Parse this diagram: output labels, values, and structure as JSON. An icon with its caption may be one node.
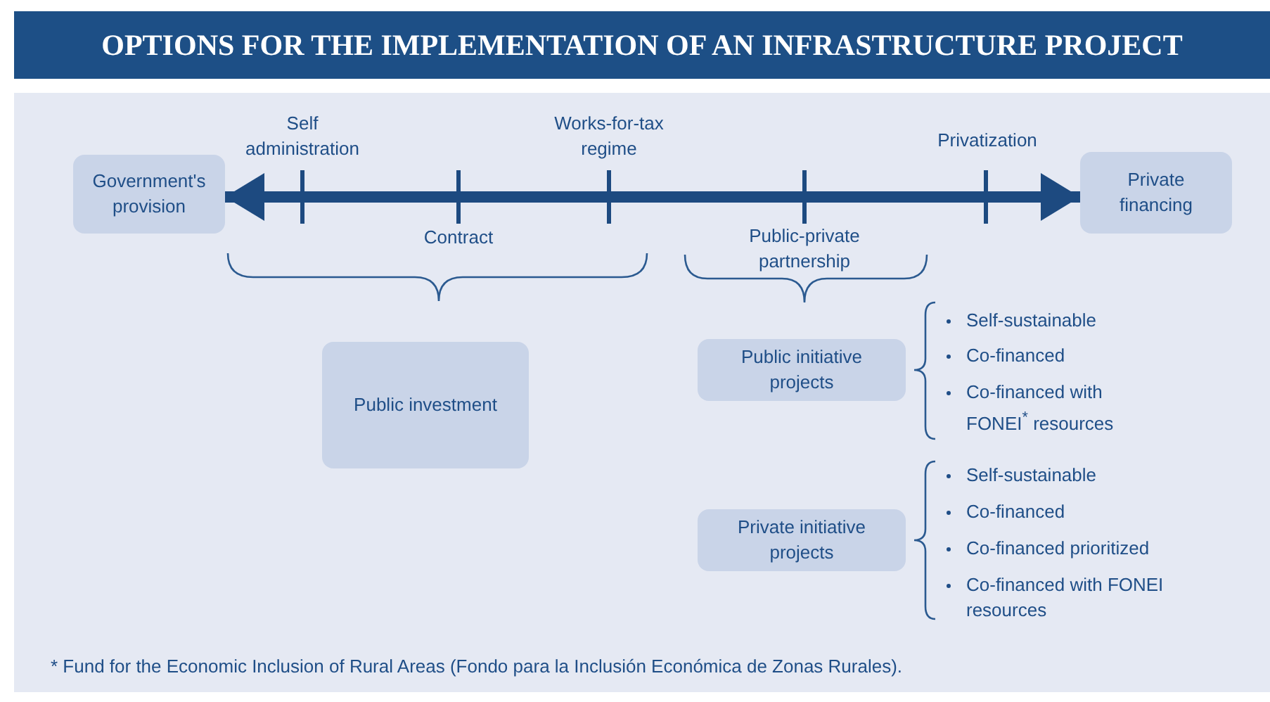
{
  "diagram": {
    "title": "OPTIONS FOR THE IMPLEMENTATION OF AN INFRASTRUCTURE PROJECT",
    "caption": "* Fund for the Economic Inclusion of Rural Areas (Fondo para la Inclusión Económica de Zonas Rurales).",
    "nodes": [
      {
        "text": [
          "Government's provision"
        ]
      },
      {
        "text": [
          "Private financing"
        ]
      },
      {
        "text": [
          "Public investment"
        ]
      },
      {
        "text": [
          "Public initiative projects"
        ]
      },
      {
        "text": [
          "Private initiative projects"
        ]
      }
    ],
    "edges": [
      {
        "from": 0,
        "to": 1,
        "arrow": "both"
      }
    ],
    "labels": [
      "Self administration",
      "Works-for-tax regime",
      "Privatization",
      "Contract",
      "Public-private partnership",
      "Self-sustainable",
      "Co-financed",
      "Co-financed with FONEI$^{*}$ resources",
      "Self-sustainable",
      "Co-financed",
      "Co-financed prioritized",
      "Co-financed with FONEI resources"
    ]
  }
}
